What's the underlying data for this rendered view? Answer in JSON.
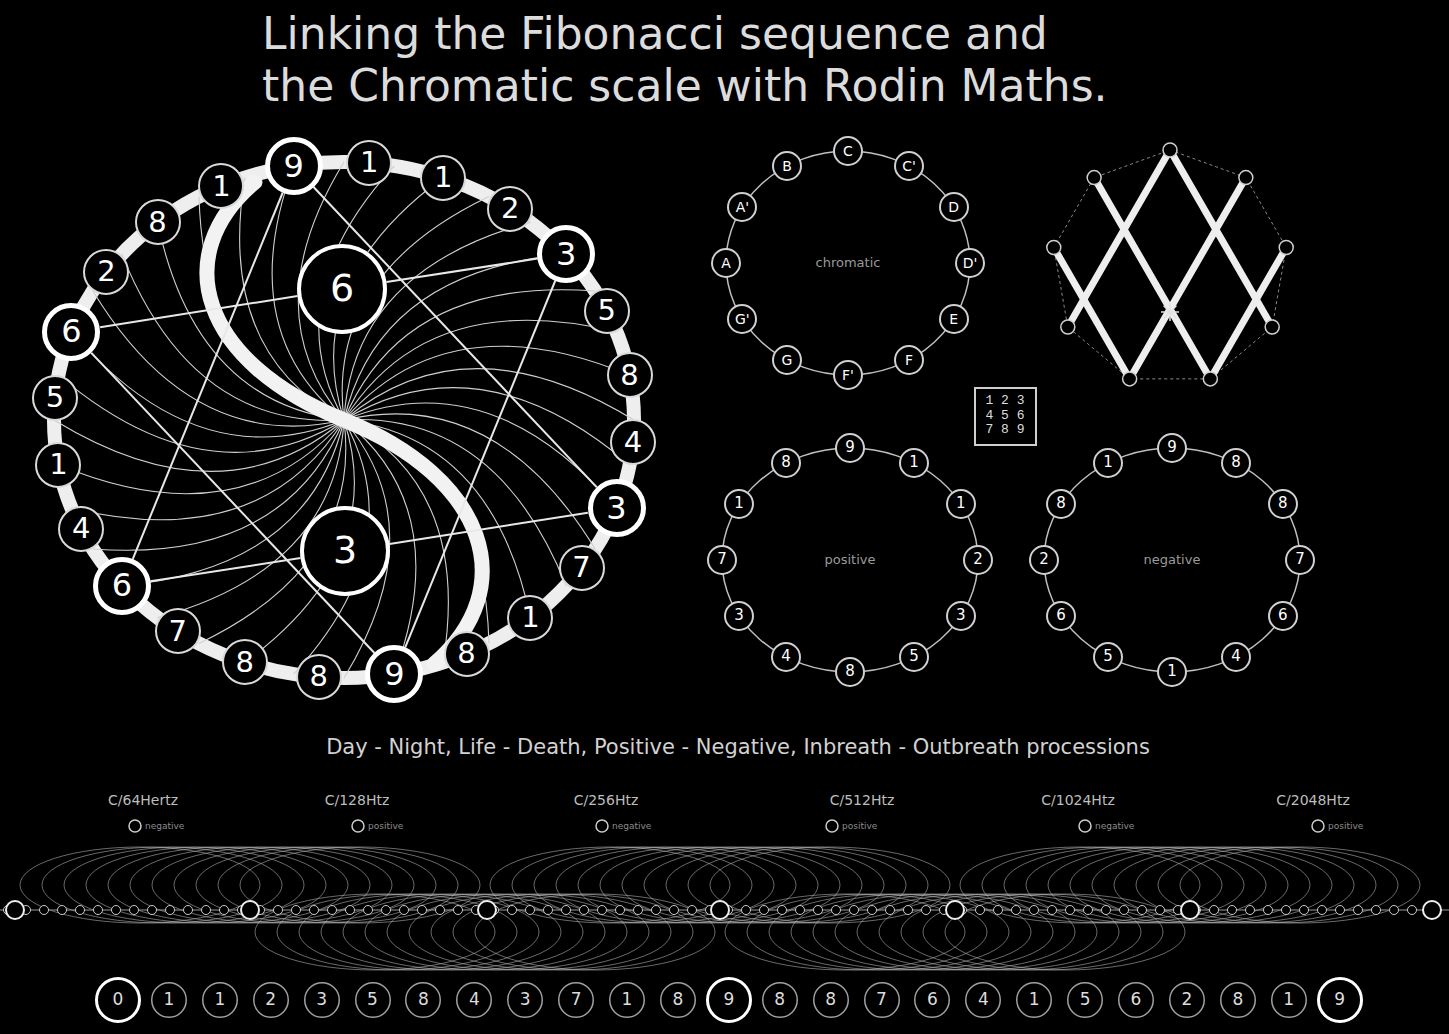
{
  "diagram": {
    "title": "Linking the Fibonacci sequence and the Chromatic scale with Rodin Maths.",
    "nodes": [
      {
        "text": [
          "9"
        ]
      },
      {
        "text": [
          "1"
        ]
      },
      {
        "text": [
          "1"
        ]
      },
      {
        "text": [
          "2"
        ]
      },
      {
        "text": [
          "3"
        ]
      },
      {
        "text": [
          "5"
        ]
      },
      {
        "text": [
          "8"
        ]
      },
      {
        "text": [
          "4"
        ]
      },
      {
        "text": [
          "3"
        ]
      },
      {
        "text": [
          "7"
        ]
      },
      {
        "text": [
          "1"
        ]
      },
      {
        "text": [
          "8"
        ]
      },
      {
        "text": [
          "9"
        ]
      },
      {
        "text": [
          "8"
        ]
      },
      {
        "text": [
          "8"
        ]
      },
      {
        "text": [
          "7"
        ]
      },
      {
        "text": [
          "6"
        ]
      },
      {
        "text": [
          "4"
        ]
      },
      {
        "text": [
          "1"
        ]
      },
      {
        "text": [
          "5"
        ]
      },
      {
        "text": [
          "6"
        ]
      },
      {
        "text": [
          "2"
        ]
      },
      {
        "text": [
          "8"
        ]
      },
      {
        "text": [
          "1"
        ]
      },
      {
        "text": [
          "6"
        ]
      },
      {
        "text": [
          "3"
        ]
      },
      {
        "text": [
          "chromatic"
        ]
      },
      {
        "text": [
          "C"
        ],
        "in": 26
      },
      {
        "text": [
          "C'"
        ],
        "in": 26
      },
      {
        "text": [
          "D"
        ],
        "in": 26
      },
      {
        "text": [
          "D'"
        ],
        "in": 26
      },
      {
        "text": [
          "E"
        ],
        "in": 26
      },
      {
        "text": [
          "F"
        ],
        "in": 26
      },
      {
        "text": [
          "F'"
        ],
        "in": 26
      },
      {
        "text": [
          "G"
        ],
        "in": 26
      },
      {
        "text": [
          "G'"
        ],
        "in": 26
      },
      {
        "text": [
          "A"
        ],
        "in": 26
      },
      {
        "text": [
          "A'"
        ],
        "in": 26
      },
      {
        "text": [
          "B"
        ],
        "in": 26
      },
      {
        "text": [
          "1 2 3 4 5 6 7 8 9"
        ]
      },
      {
        "text": [
          "positive"
        ]
      },
      {
        "text": [
          "9"
        ],
        "in": 40
      },
      {
        "text": [
          "1"
        ],
        "in": 40
      },
      {
        "text": [
          "1"
        ],
        "in": 40
      },
      {
        "text": [
          "2"
        ],
        "in": 40
      },
      {
        "text": [
          "3"
        ],
        "in": 40
      },
      {
        "text": [
          "5"
        ],
        "in": 40
      },
      {
        "text": [
          "8"
        ],
        "in": 40
      },
      {
        "text": [
          "4"
        ],
        "in": 40
      },
      {
        "text": [
          "3"
        ],
        "in": 40
      },
      {
        "text": [
          "7"
        ],
        "in": 40
      },
      {
        "text": [
          "1"
        ],
        "in": 40
      },
      {
        "text": [
          "8"
        ],
        "in": 40
      },
      {
        "text": [
          "negative"
        ]
      },
      {
        "text": [
          "9"
        ],
        "in": 53
      },
      {
        "text": [
          "8"
        ],
        "in": 53
      },
      {
        "text": [
          "8"
        ],
        "in": 53
      },
      {
        "text": [
          "7"
        ],
        "in": 53
      },
      {
        "text": [
          "6"
        ],
        "in": 53
      },
      {
        "text": [
          "4"
        ],
        "in": 53
      },
      {
        "text": [
          "1"
        ],
        "in": 53
      },
      {
        "text": [
          "5"
        ],
        "in": 53
      },
      {
        "text": [
          "6"
        ],
        "in": 53
      },
      {
        "text": [
          "2"
        ],
        "in": 53
      },
      {
        "text": [
          "8"
        ],
        "in": 53
      },
      {
        "text": [
          "1"
        ],
        "in": 53
      },
      {
        "text": [
          "0"
        ]
      },
      {
        "text": [
          "1"
        ]
      },
      {
        "text": [
          "1"
        ]
      },
      {
        "text": [
          "2"
        ]
      },
      {
        "text": [
          "3"
        ]
      },
      {
        "text": [
          "5"
        ]
      },
      {
        "text": [
          "8"
        ]
      },
      {
        "text": [
          "4"
        ]
      },
      {
        "text": [
          "3"
        ]
      },
      {
        "text": [
          "7"
        ]
      },
      {
        "text": [
          "1"
        ]
      },
      {
        "text": [
          "8"
        ]
      },
      {
        "text": [
          "9"
        ]
      },
      {
        "text": [
          "8"
        ]
      },
      {
        "text": [
          "8"
        ]
      },
      {
        "text": [
          "7"
        ]
      },
      {
        "text": [
          "6"
        ]
      },
      {
        "text": [
          "4"
        ]
      },
      {
        "text": [
          "1"
        ]
      },
      {
        "text": [
          "5"
        ]
      },
      {
        "text": [
          "6"
        ]
      },
      {
        "text": [
          "2"
        ]
      },
      {
        "text": [
          "8"
        ]
      },
      {
        "text": [
          "1"
        ]
      },
      {
        "text": [
          "9"
        ]
      }
    ],
    "edges": [
      {
        "from": 0,
        "to": 8,
        "arrow": "none"
      },
      {
        "from": 0,
        "to": 16,
        "arrow": "none"
      },
      {
        "from": 4,
        "to": 12,
        "arrow": "none"
      },
      {
        "from": 12,
        "to": 20,
        "arrow": "none"
      },
      {
        "from": 24,
        "to": 4,
        "arrow": "none"
      },
      {
        "from": 24,
        "to": 20,
        "arrow": "none"
      },
      {
        "from": 25,
        "to": 8,
        "arrow": "none"
      },
      {
        "from": 25,
        "to": 16,
        "arrow": "none"
      }
    ],
    "labels": [
      "Day - Night, Life - Death, Positive - Negative, Inbreath - Outbreath processions",
      "C/64Hertz",
      "negative",
      "C/128Htz",
      "positive",
      "C/256Htz",
      "negative",
      "C/512Htz",
      "positive",
      "C/1024Htz",
      "negative",
      "C/2048Htz",
      "positive"
    ]
  }
}
